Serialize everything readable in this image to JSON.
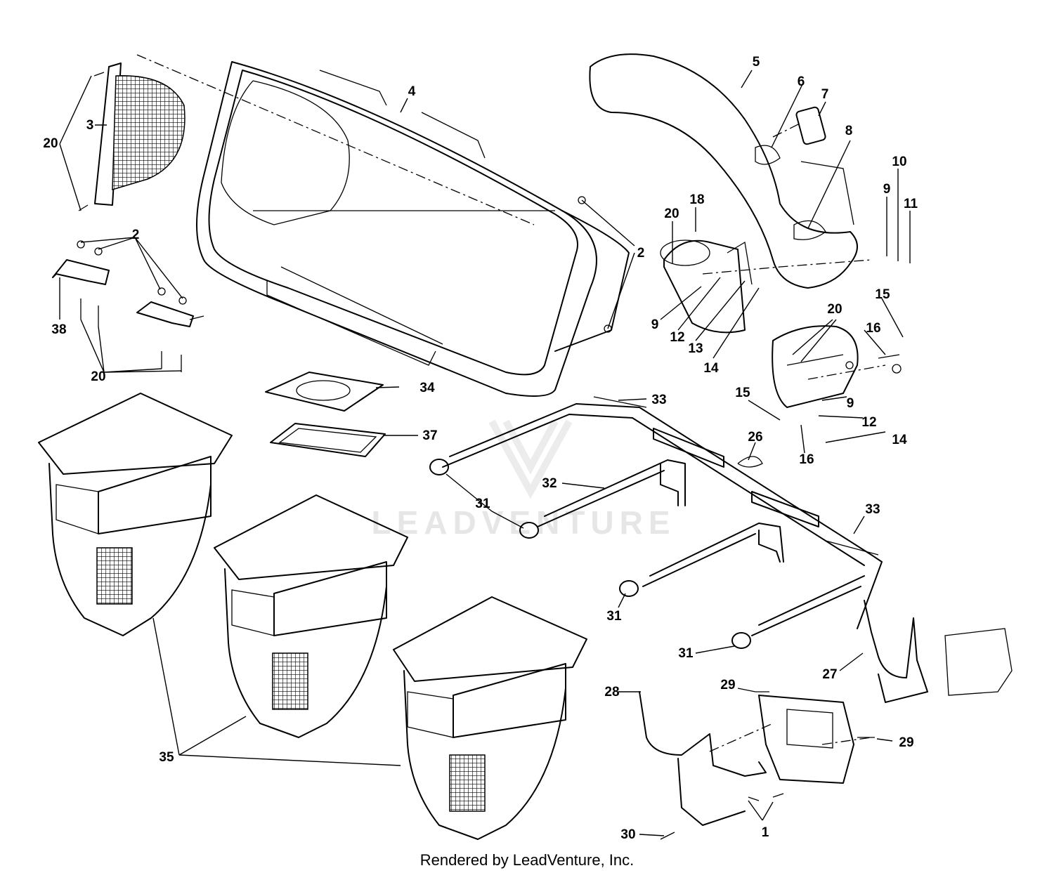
{
  "watermark": "LEADVENTURE",
  "credit": "Rendered by LeadVenture, Inc.",
  "callouts": [
    "20",
    "3",
    "2",
    "38",
    "20",
    "4",
    "2",
    "5",
    "6",
    "7",
    "8",
    "10",
    "9",
    "11",
    "20",
    "18",
    "9",
    "12",
    "13",
    "14",
    "15",
    "20",
    "16",
    "9",
    "12",
    "14",
    "15",
    "16",
    "34",
    "37",
    "33",
    "26",
    "32",
    "31",
    "33",
    "31",
    "31",
    "27",
    "28",
    "29",
    "29",
    "35",
    "30",
    "1"
  ]
}
